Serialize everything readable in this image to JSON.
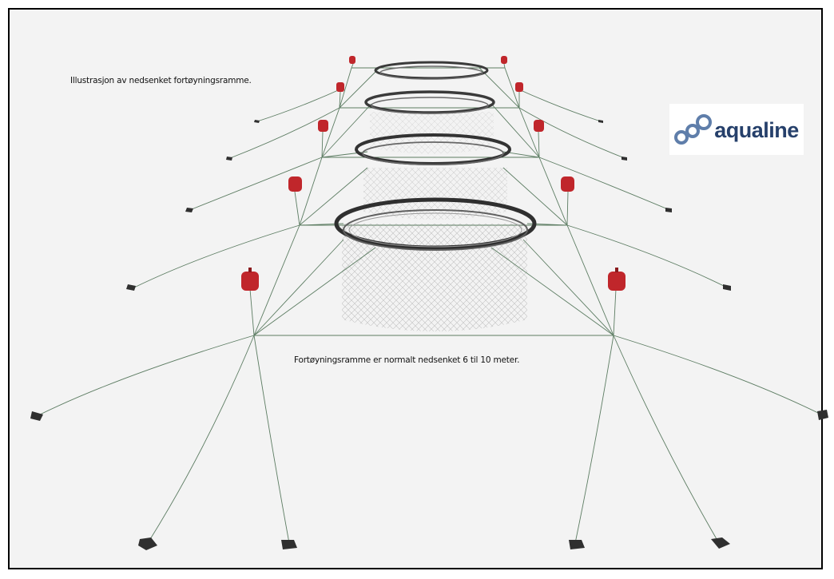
{
  "captions": {
    "top": "Illustrasjon av nedsenket fortøyningsramme.",
    "middle": "Fortøyningsramme er normalt nedsenket 6 til 10 meter."
  },
  "logo": {
    "text": "aqualine",
    "icon": "three-linked-circles-icon",
    "color": "#26406b"
  },
  "colors": {
    "background": "#f3f3f3",
    "buoy": "#c0262b",
    "rope": "#4f7a5a",
    "cage_ring": "#3a3a3a",
    "anchor": "#2a2a2a"
  }
}
